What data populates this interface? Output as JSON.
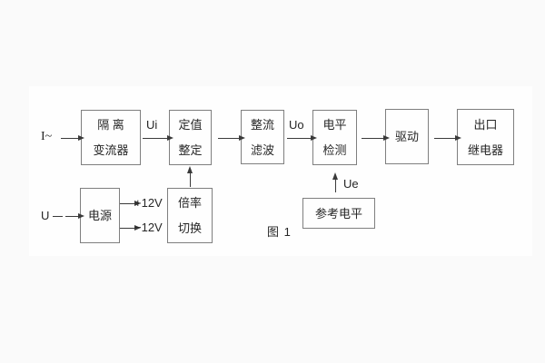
{
  "figure": {
    "caption": "图 1",
    "colors": {
      "line": "#3a3a3a",
      "border": "#7f7f7f",
      "background": "#fafafa",
      "panel": "#fefefe"
    }
  },
  "blocks": {
    "isolation": {
      "line1": "隔 离",
      "line2": "变流器"
    },
    "setting": {
      "line1": "定值",
      "line2": "整定"
    },
    "rectify": {
      "line1": "整流",
      "line2": "滤波"
    },
    "level": {
      "line1": "电平",
      "line2": "检测"
    },
    "drive": {
      "line1": "驱动"
    },
    "relay": {
      "line1": "出口",
      "line2": "继电器"
    },
    "power": {
      "line1": "电源"
    },
    "ratio": {
      "line1": "倍率",
      "line2": "切换"
    },
    "reference": {
      "line1": "参考电平"
    }
  },
  "labels": {
    "input_current": "I~",
    "input_voltage": "U",
    "ui": "Ui",
    "uo": "Uo",
    "ue": "Ue",
    "plus12v": "+12V",
    "minus12v": "−12V"
  }
}
